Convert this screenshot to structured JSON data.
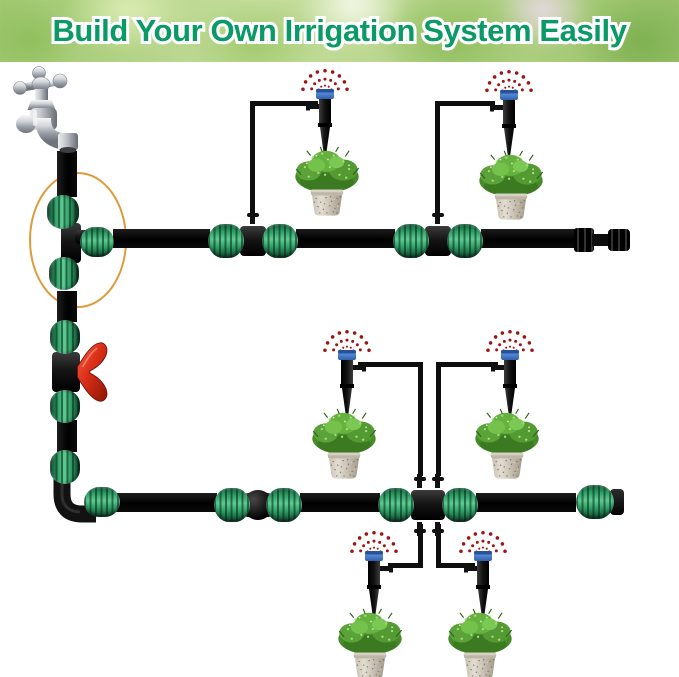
{
  "banner": {
    "title": "Build Your Own Irrigation System Easily"
  },
  "colors": {
    "title_green": "#0a9a66",
    "tube_black": "#0e0e0e",
    "connector_green": "#2f9e66",
    "connector_green_light": "#5ecb92",
    "connector_green_dark": "#113f29",
    "valve_handle_red": "#d92f17",
    "emitter_tip_blue": "#4a85d6",
    "spray_dot_red": "#9e1412",
    "highlight_ring_orange": "#dd9b3c",
    "pot_gray": "#c9c3b6",
    "foliage_green": "#5aa338",
    "faucet_chrome": "#c7c9cd"
  },
  "parts": {
    "faucet": "chrome garden tap with cross handle",
    "highlight_ring": "orange ellipse highlighting faucet tee connector",
    "tee_connector": "black tee with three green locking caps",
    "ball_valve": "inline valve with red butterfly handle and two green caps",
    "elbow_connector": "black elbow with two green locking caps",
    "tee_coupling_with_barb": "inline coupling with top riser barb for micro tubing",
    "straight_coupling": "inline coupling with round black center",
    "four_way_coupling": "inline coupling with two top and two bottom riser barbs",
    "end_plug": "black barbed end plug",
    "end_cap": "green end cap with black ring",
    "drip_stake_emitter": "black drip stake with blue misting emitter tip",
    "spray": "red mist droplets fan",
    "potted_plant": "green bush in speckled gray pot",
    "main_tube": "black distribution tubing",
    "micro_tube": "thin micro drip tubing"
  },
  "counts": {
    "drip_stake_emitters": 6,
    "potted_plants": 6,
    "sprayers_per_branch": 2
  }
}
